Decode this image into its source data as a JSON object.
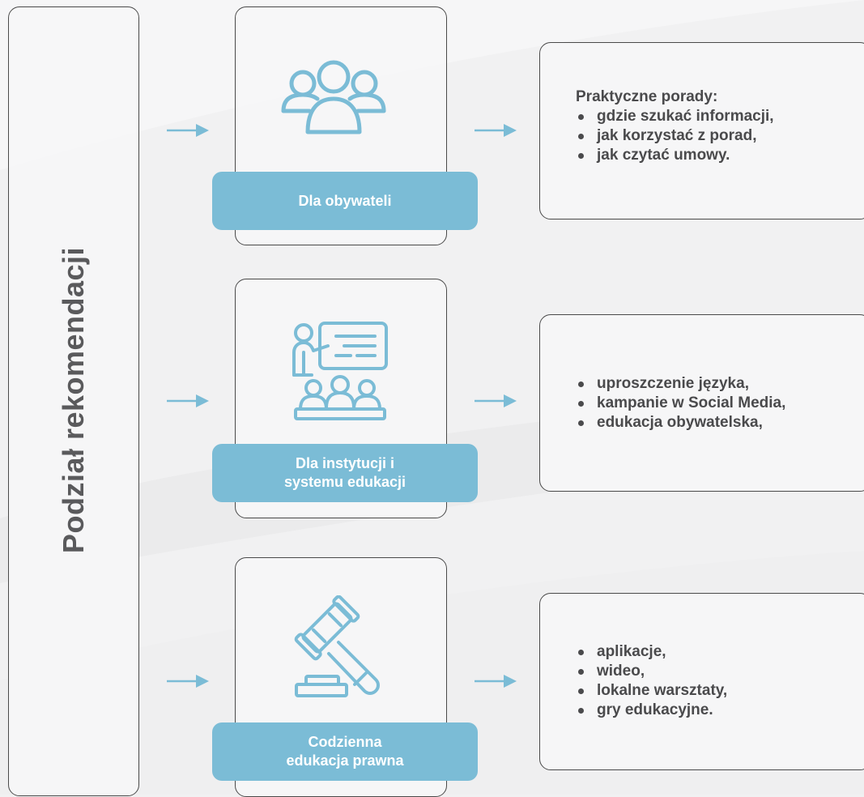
{
  "left_title": "Podział rekomendacji",
  "colors": {
    "accent": "#7bbcd6",
    "border": "#4a4a4a",
    "text": "#4a4a4c",
    "title": "#5a5a5c"
  },
  "rows": [
    {
      "icon": "people-group-icon",
      "label": "Dla obywateli",
      "heading": "Praktyczne porady:",
      "items": [
        "gdzie szukać informacji,",
        "jak korzystać z porad,",
        "jak czytać umowy."
      ]
    },
    {
      "icon": "teacher-presentation-icon",
      "label": "Dla instytucji i\nsystemu edukacji",
      "heading": "",
      "items": [
        "uproszczenie języka,",
        "kampanie w Social Media,",
        "edukacja obywatelska,"
      ]
    },
    {
      "icon": "gavel-icon",
      "label": "Codzienna\nedukacja prawna",
      "heading": "",
      "items": [
        "aplikacje,",
        "wideo,",
        "lokalne warsztaty,",
        "gry edukacyjne."
      ]
    }
  ]
}
